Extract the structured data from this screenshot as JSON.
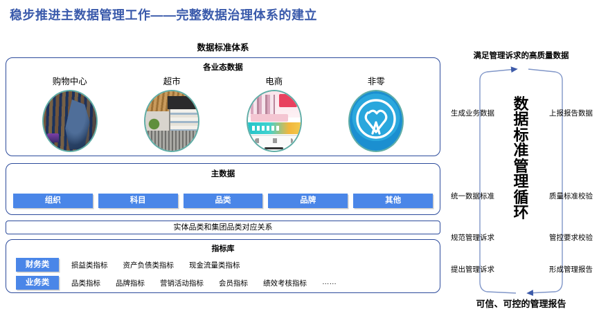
{
  "title": "稳步推进主数据管理工作——完整数据治理体系的建立",
  "left": {
    "section_title": "数据标准体系",
    "business": {
      "header": "各业态数据",
      "items": [
        {
          "label": "购物中心",
          "image": "shopping-mall-photo"
        },
        {
          "label": "超市",
          "image": "supermarket-photo"
        },
        {
          "label": "电商",
          "image": "ecommerce-app-screenshot"
        },
        {
          "label": "非零",
          "image": "viva-brand-logo"
        }
      ]
    },
    "master_data": {
      "header": "主数据",
      "buttons": [
        "组织",
        "科目",
        "品类",
        "品牌",
        "其他"
      ]
    },
    "relation_bar": "实体品类和集团品类对应关系",
    "indicators": {
      "header": "指标库",
      "rows": [
        {
          "tag": "财务类",
          "items": [
            "损益类指标",
            "资产负债类指标",
            "现金流量类指标"
          ]
        },
        {
          "tag": "业务类",
          "items": [
            "品类指标",
            "品牌指标",
            "营销活动指标",
            "会员指标",
            "绩效考核指标",
            "……"
          ]
        }
      ]
    }
  },
  "right": {
    "top_label": "满足管理诉求的高质量数据",
    "bottom_label": "可信、可控的管理报告",
    "center_text": "数据标准管理循环",
    "left_labels": [
      "生成业务数据",
      "统一数据标准",
      "规范管理诉求",
      "提出管理诉求"
    ],
    "right_labels": [
      "上报报告数据",
      "质量标准校验",
      "管控要求校验",
      "形成管理报告"
    ]
  },
  "colors": {
    "title": "#3a5aab",
    "panel_border": "#2b4a9b",
    "button_blue": "#4a86e8",
    "connector_green": "#16a34a",
    "cycle_line": "#8096c8",
    "thumb_ring": "#5fada6"
  }
}
